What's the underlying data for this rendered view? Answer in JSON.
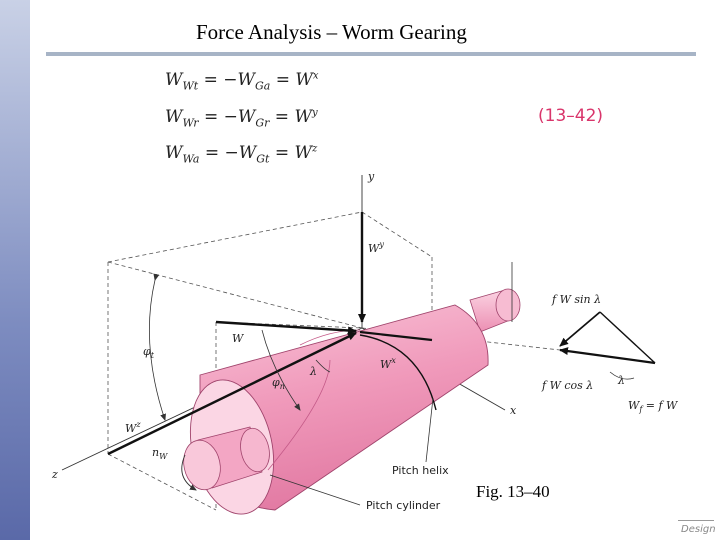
{
  "title": "Force Analysis – Worm Gearing",
  "equations": [
    {
      "lhs": "W",
      "lhs_sub": "Wt",
      "rhs": "−W",
      "rhs_sub": "Ga",
      "res": "W",
      "res_sup": "x"
    },
    {
      "lhs": "W",
      "lhs_sub": "Wr",
      "rhs": "−W",
      "rhs_sub": "Gr",
      "res": "W",
      "res_sup": "y"
    },
    {
      "lhs": "W",
      "lhs_sub": "Wa",
      "rhs": "−W",
      "rhs_sub": "Gt",
      "res": "W",
      "res_sup": "z"
    }
  ],
  "equals_sign": "=",
  "equation_number": "(13–42)",
  "figure_caption": "Fig. 13–40",
  "footer_text": "Design",
  "labels": {
    "axis_y": "y",
    "axis_x": "x",
    "axis_z": "z",
    "wy": "W",
    "wy_sup": "y",
    "w": "W",
    "wx": "W",
    "wx_sup": "x",
    "wz": "W",
    "wz_sup": "z",
    "phi_t": "φ",
    "phi_t_sub": "t",
    "phi_n": "φ",
    "phi_n_sub": "n",
    "lambda_1": "λ",
    "lambda_2": "λ",
    "nw": "n",
    "nw_sub": "W",
    "fw_sin": "f W sin λ",
    "fw_cos": "f W cos λ",
    "wf": "W",
    "wf_sub": "f",
    "wf_rest": " = f W",
    "pitch_helix": "Pitch helix",
    "pitch_cylinder": "Pitch cylinder"
  },
  "colors": {
    "worm_body": "#f2a6c4",
    "worm_dark": "#e06d9b",
    "worm_light": "#fbd3e2",
    "equation_number": "#d9356b",
    "title_rule": "#a7b4c6"
  }
}
